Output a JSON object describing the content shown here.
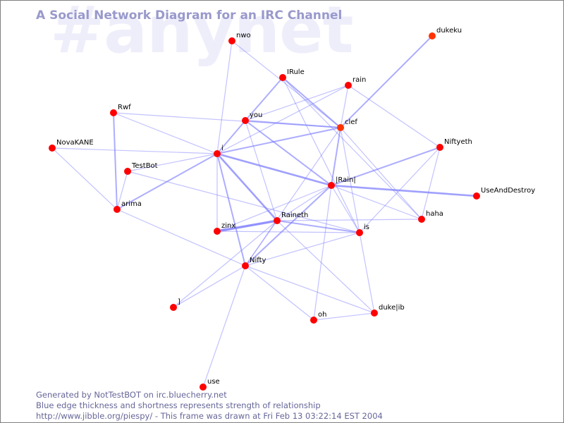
{
  "watermark": "#anynet",
  "title": "A Social Network Diagram for an IRC Channel",
  "colors": {
    "node": "#ff0000",
    "node_highlight": "#ff3300",
    "edge": "#7777ff",
    "title": "#9999cc",
    "watermark": "#eeeefb",
    "footer": "#666699"
  },
  "nodes": [
    {
      "id": "nwo",
      "label": "nwo"
    },
    {
      "id": "IRule",
      "label": "IRule"
    },
    {
      "id": "rain",
      "label": "rain"
    },
    {
      "id": "dukeku",
      "label": "dukeku",
      "highlight": true
    },
    {
      "id": "Rwf",
      "label": "Rwf"
    },
    {
      "id": "you",
      "label": "you"
    },
    {
      "id": "clef",
      "label": "clef",
      "highlight": true
    },
    {
      "id": "NovaKANE",
      "label": "NovaKANE"
    },
    {
      "id": "i",
      "label": "i"
    },
    {
      "id": "Niftyeth",
      "label": "Niftyeth"
    },
    {
      "id": "TestBot",
      "label": "TestBot"
    },
    {
      "id": "|Rain|",
      "label": "|Rain|"
    },
    {
      "id": "UseAndDestroy",
      "label": "UseAndDestroy"
    },
    {
      "id": "arima",
      "label": "arima"
    },
    {
      "id": "haha",
      "label": "haha"
    },
    {
      "id": "zinx",
      "label": "zinx"
    },
    {
      "id": "Raineth",
      "label": "Raineth"
    },
    {
      "id": "is",
      "label": "is"
    },
    {
      "id": "Nifty",
      "label": "Nifty"
    },
    {
      "id": "]",
      "label": "]"
    },
    {
      "id": "oh",
      "label": "oh"
    },
    {
      "id": "duke|ib",
      "label": "duke|ib"
    },
    {
      "id": "use",
      "label": "use"
    }
  ],
  "edges": [
    {
      "source": "nwo",
      "target": "i",
      "strength": 1
    },
    {
      "source": "nwo",
      "target": "clef",
      "strength": 1
    },
    {
      "source": "IRule",
      "target": "you",
      "strength": 2
    },
    {
      "source": "IRule",
      "target": "clef",
      "strength": 2
    },
    {
      "source": "IRule",
      "target": "is",
      "strength": 1
    },
    {
      "source": "IRule",
      "target": "haha",
      "strength": 1
    },
    {
      "source": "rain",
      "target": "you",
      "strength": 1
    },
    {
      "source": "rain",
      "target": "i",
      "strength": 1
    },
    {
      "source": "rain",
      "target": "clef",
      "strength": 1
    },
    {
      "source": "rain",
      "target": "Niftyeth",
      "strength": 1
    },
    {
      "source": "dukeku",
      "target": "clef",
      "strength": 2
    },
    {
      "source": "Rwf",
      "target": "clef",
      "strength": 1
    },
    {
      "source": "Rwf",
      "target": "i",
      "strength": 1
    },
    {
      "source": "Rwf",
      "target": "arima",
      "strength": 2
    },
    {
      "source": "you",
      "target": "i",
      "strength": 2
    },
    {
      "source": "you",
      "target": "clef",
      "strength": 2
    },
    {
      "source": "you",
      "target": "|Rain|",
      "strength": 2
    },
    {
      "source": "you",
      "target": "Raineth",
      "strength": 1
    },
    {
      "source": "clef",
      "target": "i",
      "strength": 2
    },
    {
      "source": "clef",
      "target": "|Rain|",
      "strength": 2
    },
    {
      "source": "clef",
      "target": "is",
      "strength": 1
    },
    {
      "source": "clef",
      "target": "haha",
      "strength": 1
    },
    {
      "source": "clef",
      "target": "Nifty",
      "strength": 1
    },
    {
      "source": "NovaKANE",
      "target": "i",
      "strength": 1
    },
    {
      "source": "NovaKANE",
      "target": "arima",
      "strength": 1
    },
    {
      "source": "i",
      "target": "TestBot",
      "strength": 1
    },
    {
      "source": "i",
      "target": "arima",
      "strength": 2
    },
    {
      "source": "i",
      "target": "|Rain|",
      "strength": 3
    },
    {
      "source": "i",
      "target": "zinx",
      "strength": 1
    },
    {
      "source": "i",
      "target": "Raineth",
      "strength": 3
    },
    {
      "source": "i",
      "target": "Nifty",
      "strength": 2
    },
    {
      "source": "Niftyeth",
      "target": "|Rain|",
      "strength": 2
    },
    {
      "source": "Niftyeth",
      "target": "haha",
      "strength": 1
    },
    {
      "source": "Niftyeth",
      "target": "is",
      "strength": 1
    },
    {
      "source": "TestBot",
      "target": "arima",
      "strength": 1
    },
    {
      "source": "TestBot",
      "target": "is",
      "strength": 1
    },
    {
      "source": "|Rain|",
      "target": "UseAndDestroy",
      "strength": 3
    },
    {
      "source": "|Rain|",
      "target": "zinx",
      "strength": 1
    },
    {
      "source": "|Rain|",
      "target": "Raineth",
      "strength": 1
    },
    {
      "source": "|Rain|",
      "target": "Nifty",
      "strength": 2
    },
    {
      "source": "|Rain|",
      "target": "is",
      "strength": 1
    },
    {
      "source": "|Rain|",
      "target": "haha",
      "strength": 1
    },
    {
      "source": "|Rain|",
      "target": "oh",
      "strength": 1
    },
    {
      "source": "arima",
      "target": "Nifty",
      "strength": 1
    },
    {
      "source": "haha",
      "target": "Raineth",
      "strength": 1
    },
    {
      "source": "zinx",
      "target": "Raineth",
      "strength": 4
    },
    {
      "source": "zinx",
      "target": "is",
      "strength": 1
    },
    {
      "source": "Raineth",
      "target": "is",
      "strength": 2
    },
    {
      "source": "Raineth",
      "target": "Nifty",
      "strength": 1
    },
    {
      "source": "Raineth",
      "target": "]",
      "strength": 1
    },
    {
      "source": "Raineth",
      "target": "duke|ib",
      "strength": 1
    },
    {
      "source": "is",
      "target": "Nifty",
      "strength": 1
    },
    {
      "source": "is",
      "target": "duke|ib",
      "strength": 1
    },
    {
      "source": "Nifty",
      "target": "]",
      "strength": 1
    },
    {
      "source": "Nifty",
      "target": "oh",
      "strength": 1
    },
    {
      "source": "Nifty",
      "target": "duke|ib",
      "strength": 1
    },
    {
      "source": "Nifty",
      "target": "use",
      "strength": 1
    },
    {
      "source": "oh",
      "target": "duke|ib",
      "strength": 1
    }
  ],
  "footer": {
    "line1": "Generated by NotTestBOT on irc.bluecherry.net",
    "line2": "Blue edge thickness and shortness represents strength of relationship",
    "line3": "http://www.jibble.org/piespy/ - This frame was drawn at Fri Feb 13 03:22:14 EST 2004"
  }
}
